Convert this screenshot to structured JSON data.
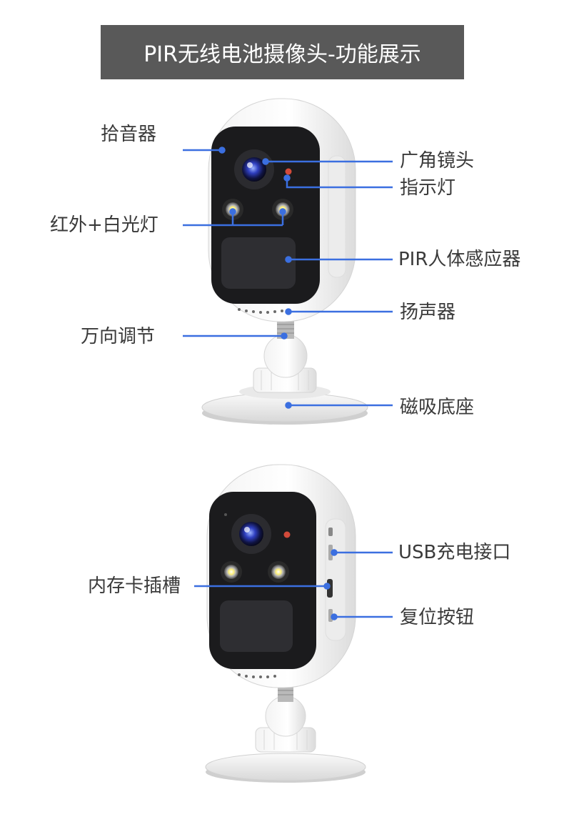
{
  "title": "PIR无线电池摄像头-功能展示",
  "colors": {
    "leader": "#3b6fe0",
    "title_bg": "#595959",
    "label": "#3a3a3a"
  },
  "top_view": {
    "labels": {
      "mic": "拾音器",
      "wide_lens": "广角镜头",
      "indicator": "指示灯",
      "ir_white_light": "红外+白光灯",
      "pir_sensor": "PIR人体感应器",
      "speaker": "扬声器",
      "swivel": "万向调节",
      "magnetic_base": "磁吸底座"
    }
  },
  "bottom_view": {
    "labels": {
      "usb_port": "USB充电接口",
      "sd_slot": "内存卡插槽",
      "reset_button": "复位按钮"
    }
  }
}
